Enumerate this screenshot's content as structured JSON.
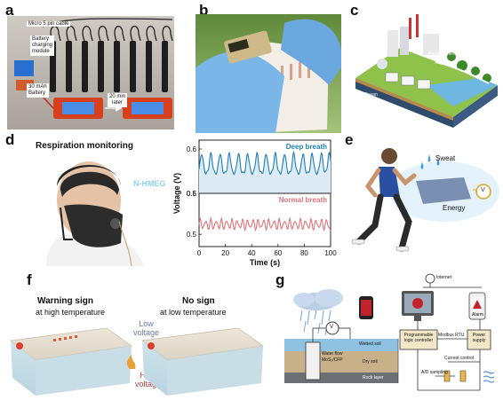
{
  "panels": {
    "a": {
      "label": "a",
      "micro_cable": "Micro 5 pin cable",
      "module": "Battery\ncharging\nmodule",
      "battery": "30 mAh\nBattery",
      "led_time": "20 min\nlater"
    },
    "b": {
      "label": "b"
    },
    "c": {
      "label": "c",
      "power_generation": "Power generation",
      "ocean": "Ocean"
    },
    "d": {
      "label": "d",
      "title": "Respiration monitoring",
      "device": "N-HMEG"
    },
    "e": {
      "label": "e",
      "sweat": "Sweat",
      "energy": "Energy",
      "meter": "V"
    },
    "f": {
      "label": "f",
      "warning_title": "Warning sign",
      "warning_sub": "at high temperature",
      "nosign_title": "No sign",
      "nosign_sub": "at low temperature",
      "low_voltage": "Low\nvoltage",
      "high_voltage": "High\nvoltage"
    },
    "g": {
      "label": "g",
      "internet": "Internet",
      "wetted_soil": "Wetted soil",
      "water_flow": "Water flow",
      "mos2": "MoS₂/CFP",
      "dry_soil": "Dry soil",
      "rock": "Rock layer",
      "plc": "Programmable\nlogic controller",
      "modbus": "Modbus RTU",
      "power_supply": "Power\nsupply",
      "current_control": "Current control",
      "ad_sampling": "A/D sampling",
      "alarm": "Alarm",
      "meter": "V"
    }
  },
  "chart_data": {
    "type": "line",
    "xlabel": "Time (s)",
    "ylabel": "Voltage (V)",
    "xlim": [
      0,
      100
    ],
    "x_ticks": [
      "0",
      "20",
      "40",
      "60",
      "80",
      "100"
    ],
    "subplots": [
      {
        "series_name": "Deep breath",
        "color": "#1f7fb4",
        "ylim": [
          0.5,
          0.62
        ],
        "y_ticks": [
          "0.6",
          "0.5"
        ],
        "baseline": 0.545,
        "peak": 0.59,
        "peak_times": [
          2,
          9,
          16,
          23,
          30,
          37,
          44,
          51,
          58,
          65,
          72,
          79,
          86,
          93,
          99
        ]
      },
      {
        "series_name": "Normal breath",
        "color": "#e2737a",
        "ylim": [
          0.47,
          0.6
        ],
        "y_ticks": [
          "0.6",
          "0.5"
        ],
        "baseline": 0.51,
        "peak": 0.535,
        "peak_times": [
          1,
          5,
          9,
          13,
          17,
          21,
          25,
          29,
          33,
          37,
          41,
          45,
          49,
          53,
          57,
          61,
          65,
          69,
          73,
          77,
          81,
          85,
          89,
          93,
          97
        ]
      }
    ]
  }
}
